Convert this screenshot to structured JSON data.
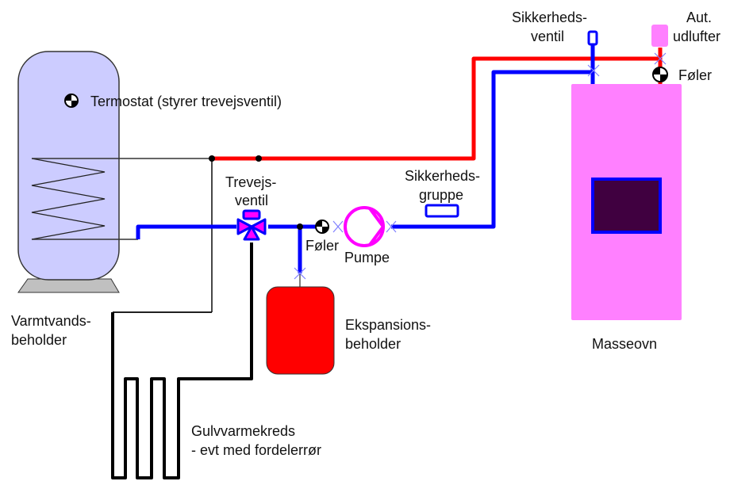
{
  "title": "Varmesystem med masseovn og varmtvandsbeholder",
  "colors": {
    "hot_pipe": "#ff0000",
    "cold_pipe": "#0000ff",
    "neutral_pipe": "#000000",
    "tank_fill": "#ccccff",
    "tank_stand": "#c0c0c0",
    "stove_fill": "#ff80ff",
    "stove_window": "#400040",
    "expansion_fill": "#ff0000",
    "valve_fill": "#ff00ff",
    "pump_stroke": "#ff00ff",
    "air_vent_fill": "#ff80ff",
    "joint_cross": "#8080ff"
  },
  "components": {
    "hot_water_tank": {
      "label_line1": "Varmtvands-",
      "label_line2": "beholder"
    },
    "thermostat": {
      "label": "Termostat (styrer trevejsventil)"
    },
    "three_way_valve": {
      "label_line1": "Trevejs-",
      "label_line2": "ventil"
    },
    "sensor_pump": {
      "label": "Føler"
    },
    "pump": {
      "label": "Pumpe"
    },
    "safety_group": {
      "label_line1": "Sikkerheds-",
      "label_line2": "gruppe"
    },
    "safety_valve": {
      "label_line1": "Sikkerheds-",
      "label_line2": "ventil"
    },
    "air_vent": {
      "label_line1": "Aut.",
      "label_line2": "udlufter"
    },
    "sensor_stove": {
      "label": "Føler"
    },
    "stove": {
      "label": "Masseovn"
    },
    "expansion_tank": {
      "label_line1": "Ekspansions-",
      "label_line2": "beholder"
    },
    "floor_heating": {
      "label_line1": "Gulvvarmekreds",
      "label_line2": "- evt med fordelerrør"
    }
  }
}
